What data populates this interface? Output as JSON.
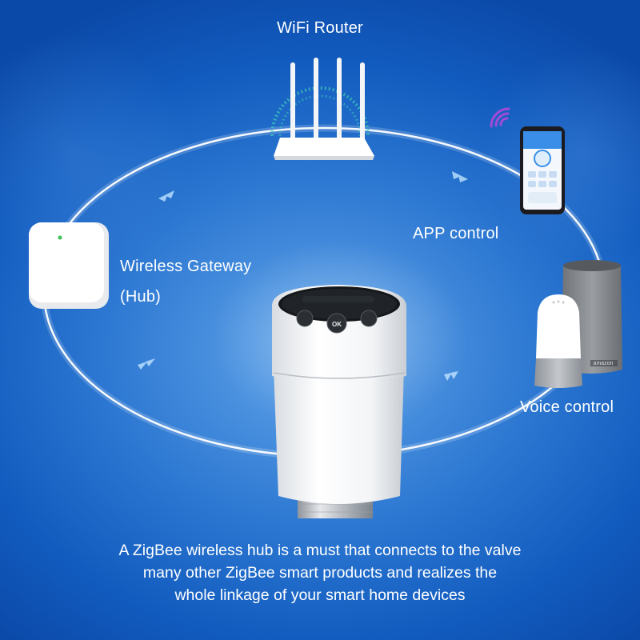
{
  "labels": {
    "wifi_router": "WiFi Router",
    "app_control": "APP control",
    "gateway_line1": "Wireless Gateway",
    "gateway_line2": "(Hub)",
    "voice_control": "Voice control"
  },
  "caption_lines": [
    "A ZigBee wireless hub is a must that connects to the valve",
    "many other ZigBee smart products and realizes the",
    "whole linkage of your smart home devices"
  ],
  "devices": {
    "thermostat": {
      "button_text": "OK"
    },
    "speaker_brand": "amazon"
  },
  "icons": [
    "wifi-signal-icon",
    "direction-arrow-icon"
  ],
  "colors": {
    "background": "#2d78d2",
    "ring": "#ffffff",
    "wifi_signal": "#a04bd6",
    "router_glow": "#3ecfb4"
  }
}
